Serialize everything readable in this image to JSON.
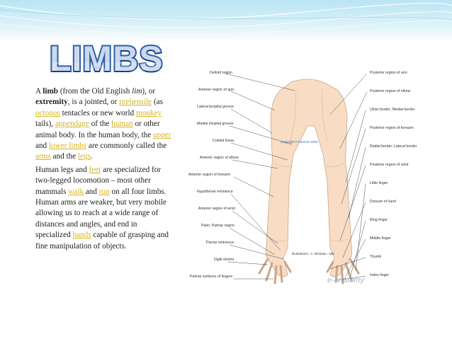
{
  "title": "LIMBS",
  "paragraph1": {
    "t1": "A ",
    "b1": "limb",
    "t2": " (from the Old English ",
    "i1": "lim",
    "t3": "), or ",
    "b2": "extremity",
    "t4": ", is a jointed, or ",
    "l1": "prehensile",
    "t5": " (as ",
    "l2": "octopus",
    "t6": " tentacles or new world ",
    "l3": "monkey",
    "t7": " tails), ",
    "l4": "appendage",
    "t8": " of the ",
    "l5": "human",
    "t9": " or other animal body. In the human body, the ",
    "l6": "upper",
    "t10": " and ",
    "l7": "lower limbs",
    "t11": " are commonly called the ",
    "l8": "arms",
    "t12": " and the ",
    "l9": "legs",
    "t13": "."
  },
  "paragraph2": {
    "t1": "Human legs and ",
    "l1": "feet",
    "t2": " are specialized for two-legged locomotion – most other mammals ",
    "l2": "walk",
    "t3": " and ",
    "l3": "run",
    "t4": " on all four limbs. Human arms are weaker, but very mobile allowing us to reach at a wide range of distances and angles, and end in specialized ",
    "l4": "hands",
    "t5": " capable of grasping and fine manipulation of objects."
  },
  "figure": {
    "left_labels": [
      "Deltoid region",
      "Anterior region of arm",
      "Lateral bicipital groove",
      "Medial bicipital groove",
      "Cubital fossa",
      "Anterior region of elbow",
      "Anterior region of forearm",
      "Hypothenar eminence",
      "Anterior region of wrist",
      "Palm; Palmar region",
      "Thenar eminence",
      "Digiti minimi",
      "Palmar surfaces of fingers"
    ],
    "right_labels": [
      "Posterior region of arm",
      "Posterior region of elbow",
      "Ulnar border; Medial border",
      "Posterior region of forearm",
      "Radial border; Lateral border",
      "Posterior region of wrist",
      "Little finger",
      "Dorsum of hand",
      "Ring finger",
      "Middle finger",
      "Thumb",
      "Index finger"
    ],
    "copyright": "Copyright © IMAIOS 2009",
    "illustrator": "Illustrations : A. Micheau - MD",
    "logo": "e-anatomy",
    "skin_color": "#f8dcc4",
    "line_color": "#3a3a3a"
  },
  "colors": {
    "link": "#d6b41c",
    "title_outline": "#2e5fa8",
    "band": "#b9e4f2"
  }
}
